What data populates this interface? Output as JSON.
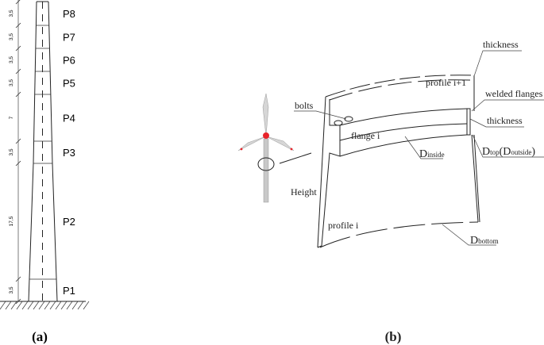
{
  "panel_a": {
    "caption": "(a)",
    "sections": [
      {
        "label": "P8",
        "length": "3,5"
      },
      {
        "label": "P7",
        "length": "3,5"
      },
      {
        "label": "P6",
        "length": "3,5"
      },
      {
        "label": "P5",
        "length": "3,5"
      },
      {
        "label": "P4",
        "length": "7"
      },
      {
        "label": "P3",
        "length": "3,5"
      },
      {
        "label": "P2",
        "length": "17,5"
      },
      {
        "label": "P1",
        "length": "3,5"
      }
    ]
  },
  "panel_b": {
    "caption": "(b)",
    "labels": {
      "thickness_top": "thickness",
      "profile_next": "profile i+1",
      "welded_flanges": "welded flanges",
      "thickness_flange": "thickness",
      "bolts": "bolts",
      "flange": "flange i",
      "d_inside_main": "D",
      "d_inside_sub": "inside",
      "d_top_main": "D",
      "d_top_sub": "top",
      "d_outside_open": "(D",
      "d_outside_sub": "outside",
      "d_outside_close": ")",
      "height": "Height",
      "profile": "profile i",
      "d_bottom_main": "D",
      "d_bottom_sub": "bottom"
    },
    "colors": {
      "hub": "#e8232a",
      "tower": "#bdbdbd"
    }
  }
}
